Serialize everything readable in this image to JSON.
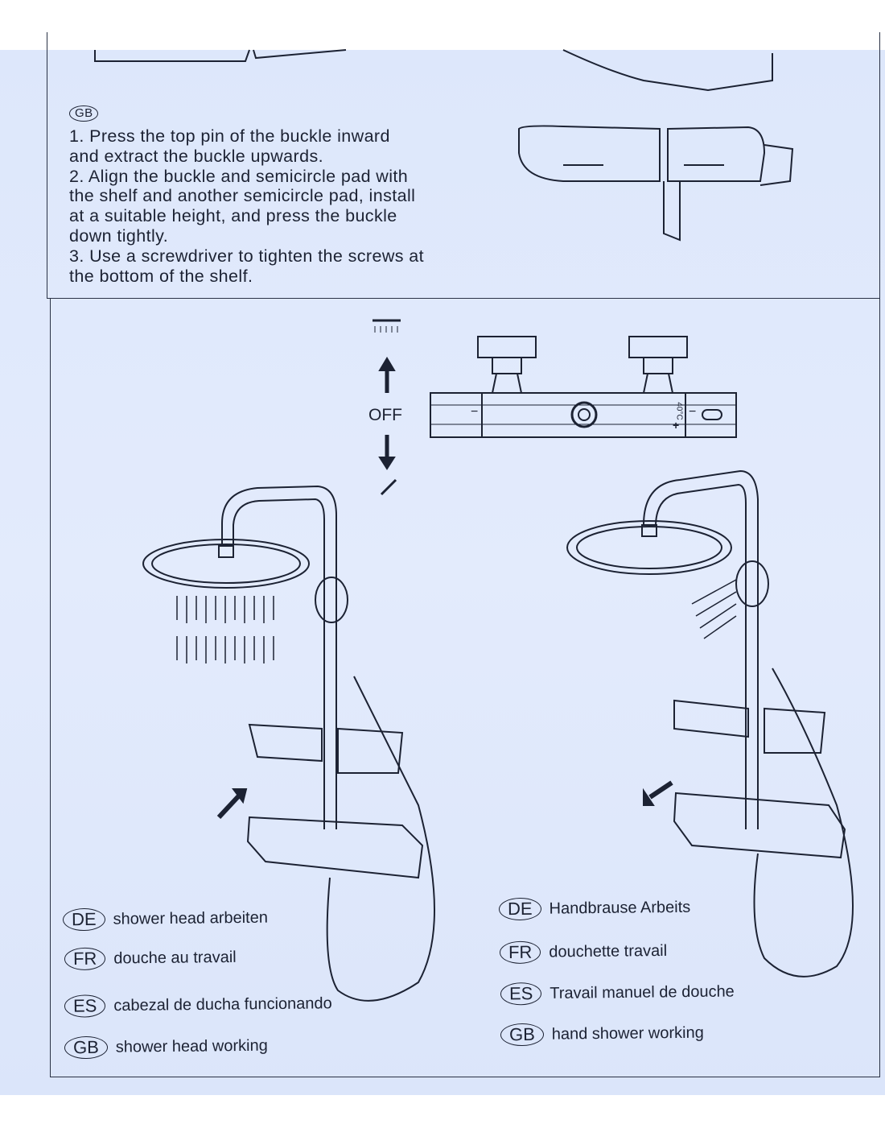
{
  "instructions": {
    "lang": "GB",
    "lines": [
      "1. Press the top pin of the buckle inward",
      "and extract the buckle upwards.",
      "2. Align the buckle and semicircle pad with",
      "the shelf and another semicircle pad, install",
      "at a suitable height, and press the buckle",
      "down tightly.",
      "3. Use a screwdriver to tighten the screws at",
      " the bottom of the shelf."
    ]
  },
  "valve": {
    "off_label": "OFF",
    "temp_label": "40°C",
    "minus": "−",
    "plus": "+"
  },
  "left_labels": [
    {
      "lang": "DE",
      "text": "shower head arbeiten"
    },
    {
      "lang": "FR",
      "text": "douche au travail"
    },
    {
      "lang": "ES",
      "text": "cabezal de ducha funcionando"
    },
    {
      "lang": "GB",
      "text": "shower head working"
    }
  ],
  "right_labels": [
    {
      "lang": "DE",
      "text": "Handbrause Arbeits"
    },
    {
      "lang": "FR",
      "text": "douchette travail"
    },
    {
      "lang": "ES",
      "text": "Travail manuel de douche"
    },
    {
      "lang": "GB",
      "text": "hand shower working"
    }
  ]
}
